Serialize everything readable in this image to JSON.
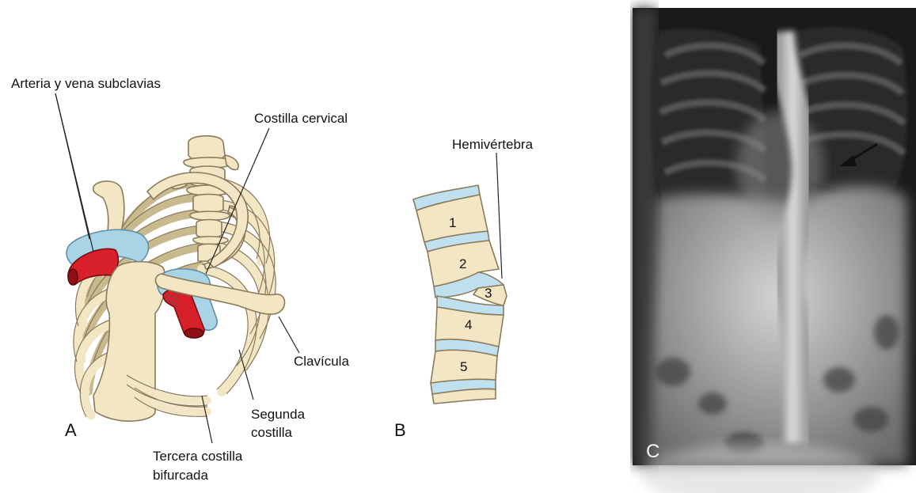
{
  "panel_a": {
    "letter": "A",
    "labels": {
      "vessels": "Arteria y vena subclavias",
      "cervical_rib": "Costilla cervical",
      "clavicle": "Clavícula",
      "second_rib_line1": "Segunda",
      "second_rib_line2": "costilla",
      "third_rib_line1": "Tercera costilla",
      "third_rib_line2": "bifurcada"
    }
  },
  "panel_b": {
    "letter": "B",
    "label_hemivertebra": "Hemivértebra",
    "vertebrae": [
      "1",
      "2",
      "3",
      "4",
      "5"
    ]
  },
  "panel_c": {
    "letter": "C"
  },
  "colors": {
    "bone": "#f3e6c4",
    "bone_outline": "#8a7a5a",
    "artery": "#d8202a",
    "vein": "#a8d4e6",
    "disc": "#bfe0ef",
    "xray_dark": "#141414",
    "xray_light": "#d8d8d8"
  }
}
